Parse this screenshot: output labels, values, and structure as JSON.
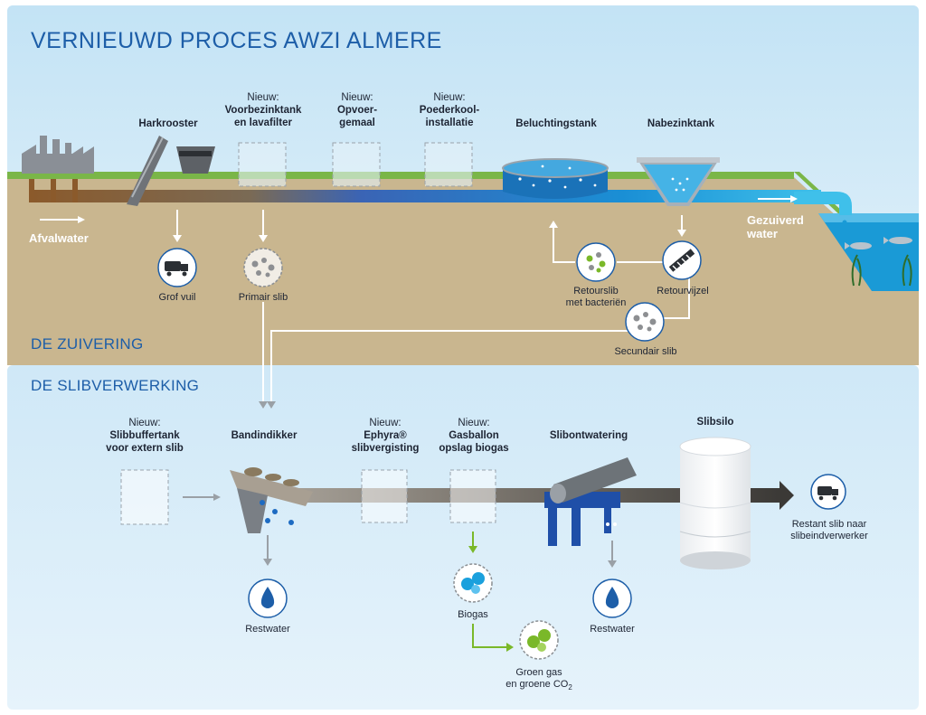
{
  "title": "VERNIEUWD PROCES AWZI ALMERE",
  "sections": {
    "zuivering": "DE ZUIVERING",
    "slibverwerking": "DE SLIBVERWERKING"
  },
  "new_prefix": "Nieuw:",
  "top_stages": {
    "harkrooster": "Harkrooster",
    "voorbezink_1": "Voorbezinktank",
    "voorbezink_2": "en lavafilter",
    "opvoer_1": "Opvoer-",
    "opvoer_2": "gemaal",
    "poeder_1": "Poederkool-",
    "poeder_2": "installatie",
    "belucht": "Beluchtingstank",
    "nabezink": "Nabezinktank"
  },
  "flow": {
    "afvalwater": "Afvalwater",
    "gezuiverd_1": "Gezuiverd",
    "gezuiverd_2": "water"
  },
  "outputs": {
    "grof_vuil": "Grof vuil",
    "primair_slib": "Primair slib",
    "retourslib_1": "Retourslib",
    "retourslib_2": "met bacteriën",
    "retourvijzel": "Retourvijzel",
    "secundair_slib": "Secundair slib"
  },
  "bottom_stages": {
    "slibbuffer_1": "Slibbuffertank",
    "slibbuffer_2": "voor extern slib",
    "bandindikker": "Bandindikker",
    "ephyra_1": "Ephyra®",
    "ephyra_2": "slibvergisting",
    "gasballon_1": "Gasballon",
    "gasballon_2": "opslag biogas",
    "slibontwatering": "Slibontwatering",
    "slibsilo": "Slibsilo"
  },
  "bottom_outputs": {
    "restwater_1": "Restwater",
    "restwater_2": "Restwater",
    "biogas": "Biogas",
    "groen_gas_1": "Groen gas",
    "groen_gas_2": "en groene CO",
    "groen_gas_sub": "2",
    "restant_1": "Restant slib naar",
    "restant_2": "slibeindverwerker"
  },
  "colors": {
    "title_blue": "#1d5ea8",
    "sky_top": "#bfe0f4",
    "ground": "#c9b68f",
    "grass": "#7ab648",
    "water": "#1a9ad6",
    "bottom_panel": "#d4ebf8",
    "sludge": "#575450",
    "biogas_blue": "#1aa0dd",
    "green_gas": "#7ab829"
  },
  "icons": [
    "factory-icon",
    "truck-icon",
    "particles-icon",
    "screw-icon",
    "water-drop-icon",
    "gas-bubbles-icon",
    "fish-icon"
  ]
}
